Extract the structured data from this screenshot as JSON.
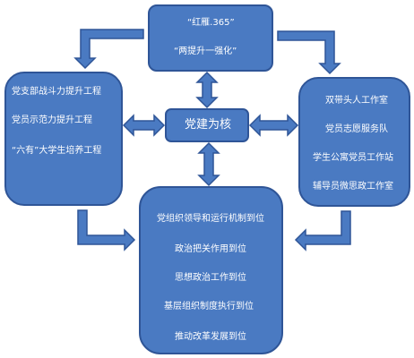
{
  "diagram": {
    "colors": {
      "box_fill": "#4a7ac2",
      "box_border": "#2f5597",
      "arrow_fill": "#4a7ac2",
      "arrow_stroke": "#2f5597",
      "text": "#ffffff"
    },
    "top_box": {
      "lines": [
        "“红雁.365”",
        "“两提升一强化”"
      ]
    },
    "center_box": {
      "label": "党建为核"
    },
    "left_box": {
      "lines": [
        "党支部战斗力提升工程",
        "党员示范力提升工程",
        "“六有”大学生培养工程"
      ]
    },
    "right_box": {
      "lines": [
        "双带头人工作室",
        "党员志愿服务队",
        "学生公寓党员工作站",
        "辅导员微思政工作室"
      ]
    },
    "bottom_box": {
      "lines": [
        "党组织领导和运行机制到位",
        "政治把关作用到位",
        "思想政治工作到位",
        "基层组织制度执行到位",
        "推动改革发展到位"
      ]
    }
  }
}
